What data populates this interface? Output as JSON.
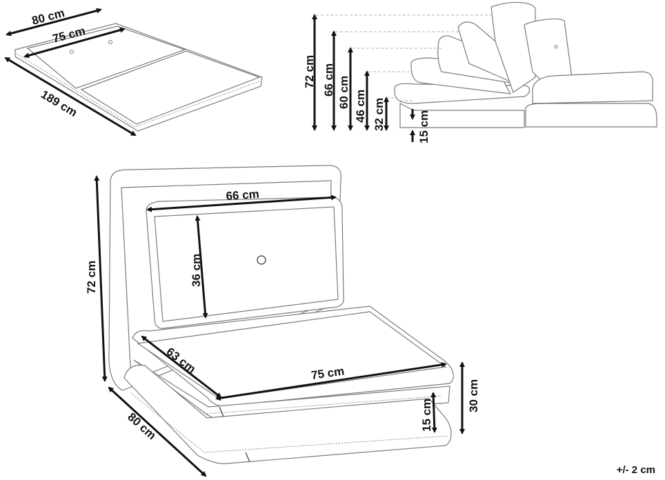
{
  "top_left": {
    "width_outer": "80 cm",
    "width_inner": "75 cm",
    "length": "189 cm"
  },
  "top_right": {
    "heights": [
      "72 cm",
      "66 cm",
      "60 cm",
      "46 cm",
      "32 cm",
      "15 cm"
    ]
  },
  "main": {
    "height": "72 cm",
    "pillow_width": "66 cm",
    "pillow_height": "36 cm",
    "seat_depth": "63 cm",
    "seat_width": "75 cm",
    "base_depth": "80 cm",
    "seat_height": "30 cm",
    "base_height": "15 cm"
  },
  "tolerance": "+/- 2 cm"
}
